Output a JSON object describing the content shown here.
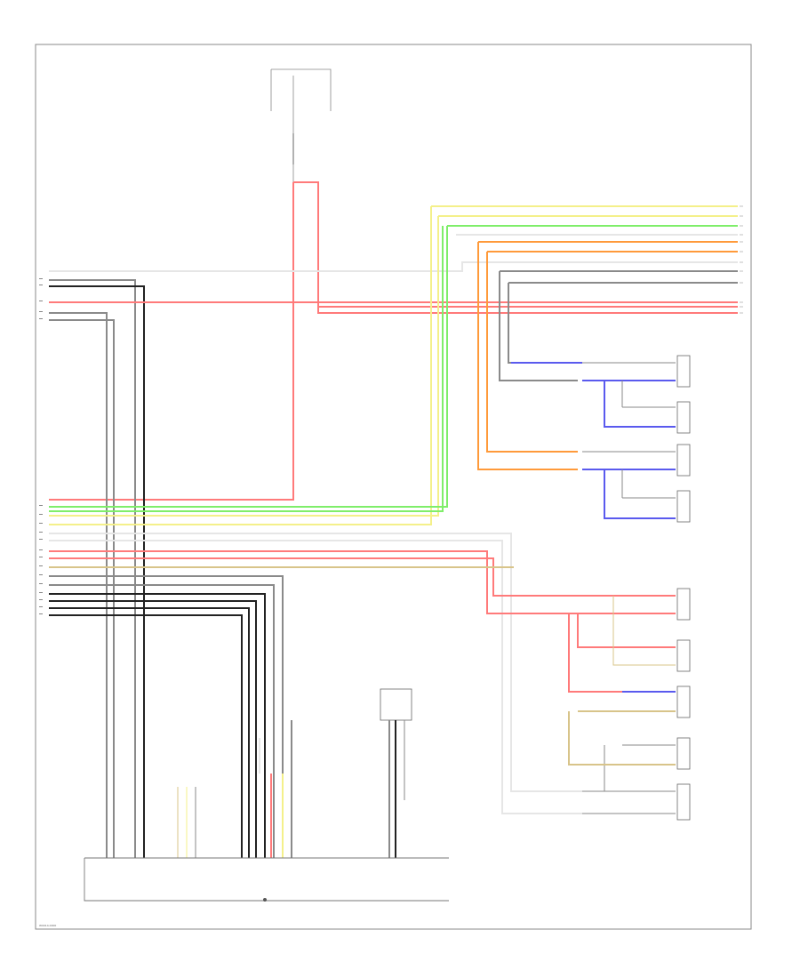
{
  "figure_code": "W0014-0000",
  "ground_symbol": "⏚",
  "colors": {
    "red": "#ff7a7a",
    "gray": "#8a8a8a",
    "black": "#222222",
    "yellow": "#f4f08a",
    "green": "#7fee6a",
    "orange": "#ff9a3a",
    "blue": "#5a5aee",
    "tan": "#d8c48a",
    "white_wire": "#e6e6e6"
  },
  "wires": {
    "left_upper": [
      {
        "color": "white_wire"
      },
      {
        "color": "gray"
      },
      {
        "color": "black"
      },
      {
        "color": "red"
      },
      {
        "color": "gray"
      },
      {
        "color": "gray"
      }
    ],
    "left_lower": [
      {
        "color": "red"
      },
      {
        "color": "green"
      },
      {
        "color": "green"
      },
      {
        "color": "yellow"
      },
      {
        "color": "white_wire"
      },
      {
        "color": "red"
      },
      {
        "color": "red"
      },
      {
        "color": "tan"
      },
      {
        "color": "gray"
      },
      {
        "color": "black"
      },
      {
        "color": "black"
      },
      {
        "color": "black"
      }
    ],
    "right_upper": [
      {
        "color": "yellow"
      },
      {
        "color": "yellow"
      },
      {
        "color": "green"
      },
      {
        "color": "white_wire"
      },
      {
        "color": "orange"
      },
      {
        "color": "orange"
      },
      {
        "color": "gray"
      },
      {
        "color": "gray"
      },
      {
        "color": "red"
      },
      {
        "color": "red"
      }
    ]
  }
}
